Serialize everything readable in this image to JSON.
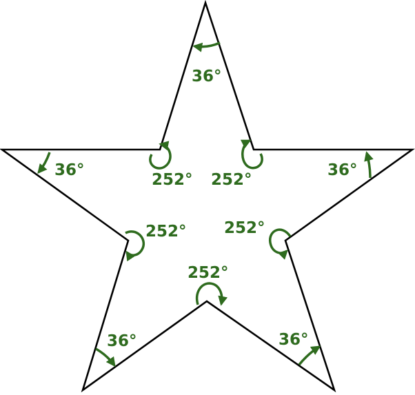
{
  "colors": {
    "outline": "#000000",
    "annotation": "#2e6b1e",
    "background": "#ffffff"
  },
  "angles": {
    "outer_unit": "°",
    "outer": [
      {
        "id": "top",
        "value": "36°"
      },
      {
        "id": "left",
        "value": "36°"
      },
      {
        "id": "right",
        "value": "36°"
      },
      {
        "id": "bottom-left",
        "value": "36°"
      },
      {
        "id": "bottom-right",
        "value": "36°"
      }
    ],
    "inner": [
      {
        "id": "upper-left",
        "value": "252°"
      },
      {
        "id": "upper-right",
        "value": "252°"
      },
      {
        "id": "middle-left",
        "value": "252°"
      },
      {
        "id": "middle-right",
        "value": "252°"
      },
      {
        "id": "bottom",
        "value": "252°"
      }
    ]
  }
}
